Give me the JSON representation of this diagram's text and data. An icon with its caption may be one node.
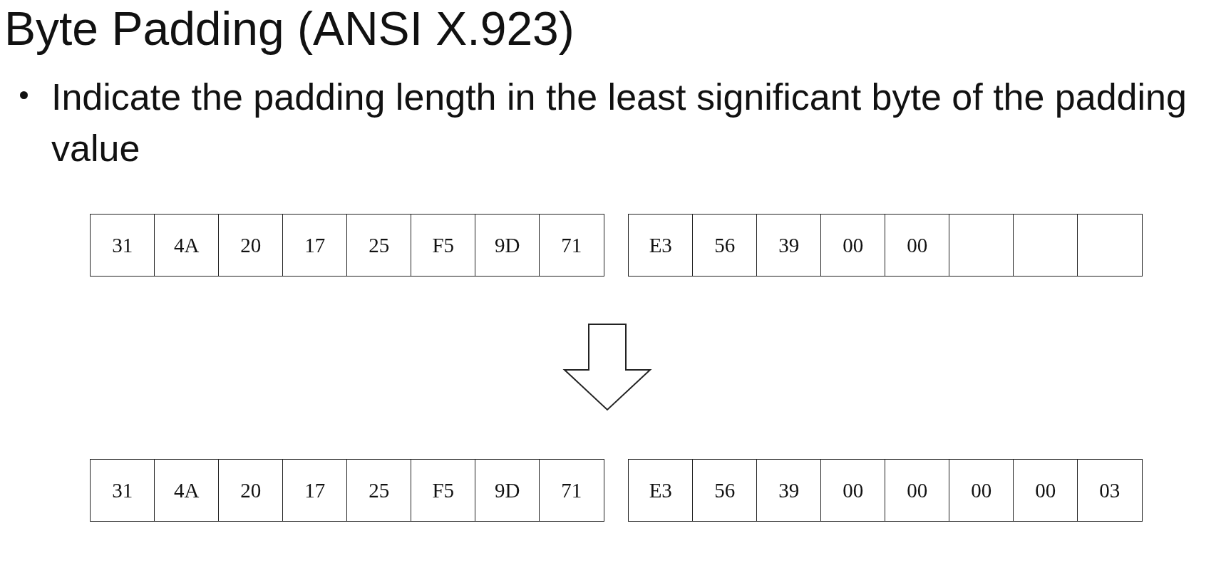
{
  "diagram": {
    "title": "Byte Padding (ANSI X.923)",
    "labels": [
      "Indicate the padding length in the least significant byte of the padding value"
    ],
    "nodes": [
      {
        "text": [
          "31"
        ]
      },
      {
        "text": [
          "4A"
        ]
      },
      {
        "text": [
          "20"
        ]
      },
      {
        "text": [
          "17"
        ]
      },
      {
        "text": [
          "25"
        ]
      },
      {
        "text": [
          "F5"
        ]
      },
      {
        "text": [
          "9D"
        ]
      },
      {
        "text": [
          "71"
        ]
      },
      {
        "text": [
          "E3"
        ]
      },
      {
        "text": [
          "56"
        ]
      },
      {
        "text": [
          "39"
        ]
      },
      {
        "text": [
          "00"
        ]
      },
      {
        "text": [
          "00"
        ]
      },
      {
        "text": [],
        "shape": "box"
      },
      {
        "text": [],
        "shape": "box"
      },
      {
        "text": [],
        "shape": "box"
      },
      {
        "text": [
          "31"
        ]
      },
      {
        "text": [
          "4A"
        ]
      },
      {
        "text": [
          "20"
        ]
      },
      {
        "text": [
          "17"
        ]
      },
      {
        "text": [
          "25"
        ]
      },
      {
        "text": [
          "F5"
        ]
      },
      {
        "text": [
          "9D"
        ]
      },
      {
        "text": [
          "71"
        ]
      },
      {
        "text": [
          "E3"
        ]
      },
      {
        "text": [
          "56"
        ]
      },
      {
        "text": [
          "39"
        ]
      },
      {
        "text": [
          "00"
        ]
      },
      {
        "text": [
          "00"
        ]
      },
      {
        "text": [
          "00"
        ]
      },
      {
        "text": [
          "00"
        ]
      },
      {
        "text": [
          "03"
        ]
      }
    ],
    "edges": []
  }
}
